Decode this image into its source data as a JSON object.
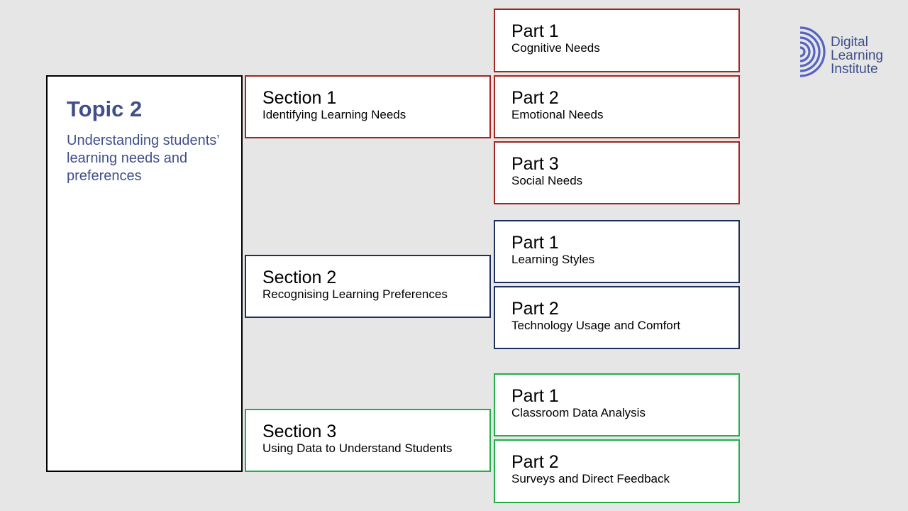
{
  "topic": {
    "title": "Topic 2",
    "description": "Understanding students’ learning needs and preferences"
  },
  "sections": [
    {
      "title": "Section 1",
      "subtitle": "Identifying Learning Needs"
    },
    {
      "title": "Section 2",
      "subtitle": "Recognising Learning Preferences"
    },
    {
      "title": "Section 3",
      "subtitle": "Using Data to Understand Students"
    }
  ],
  "parts": {
    "section1": [
      {
        "title": "Part 1",
        "subtitle": "Cognitive Needs"
      },
      {
        "title": "Part 2",
        "subtitle": "Emotional Needs"
      },
      {
        "title": "Part 3",
        "subtitle": "Social Needs"
      }
    ],
    "section2": [
      {
        "title": "Part 1",
        "subtitle": "Learning Styles"
      },
      {
        "title": "Part 2",
        "subtitle": "Technology Usage and Comfort"
      }
    ],
    "section3": [
      {
        "title": "Part 1",
        "subtitle": "Classroom Data Analysis"
      },
      {
        "title": "Part 2",
        "subtitle": "Surveys and Direct Feedback"
      }
    ]
  },
  "logo": {
    "icon": "concentric-arcs-logo-icon",
    "line1": "Digital",
    "line2": "Learning",
    "line3": "Institute"
  },
  "colors": {
    "section1": "#a5251e",
    "section2": "#1e2f5e",
    "section3": "#23b04a",
    "topic_text": "#3f4f8a",
    "background": "#e6e6e6"
  }
}
